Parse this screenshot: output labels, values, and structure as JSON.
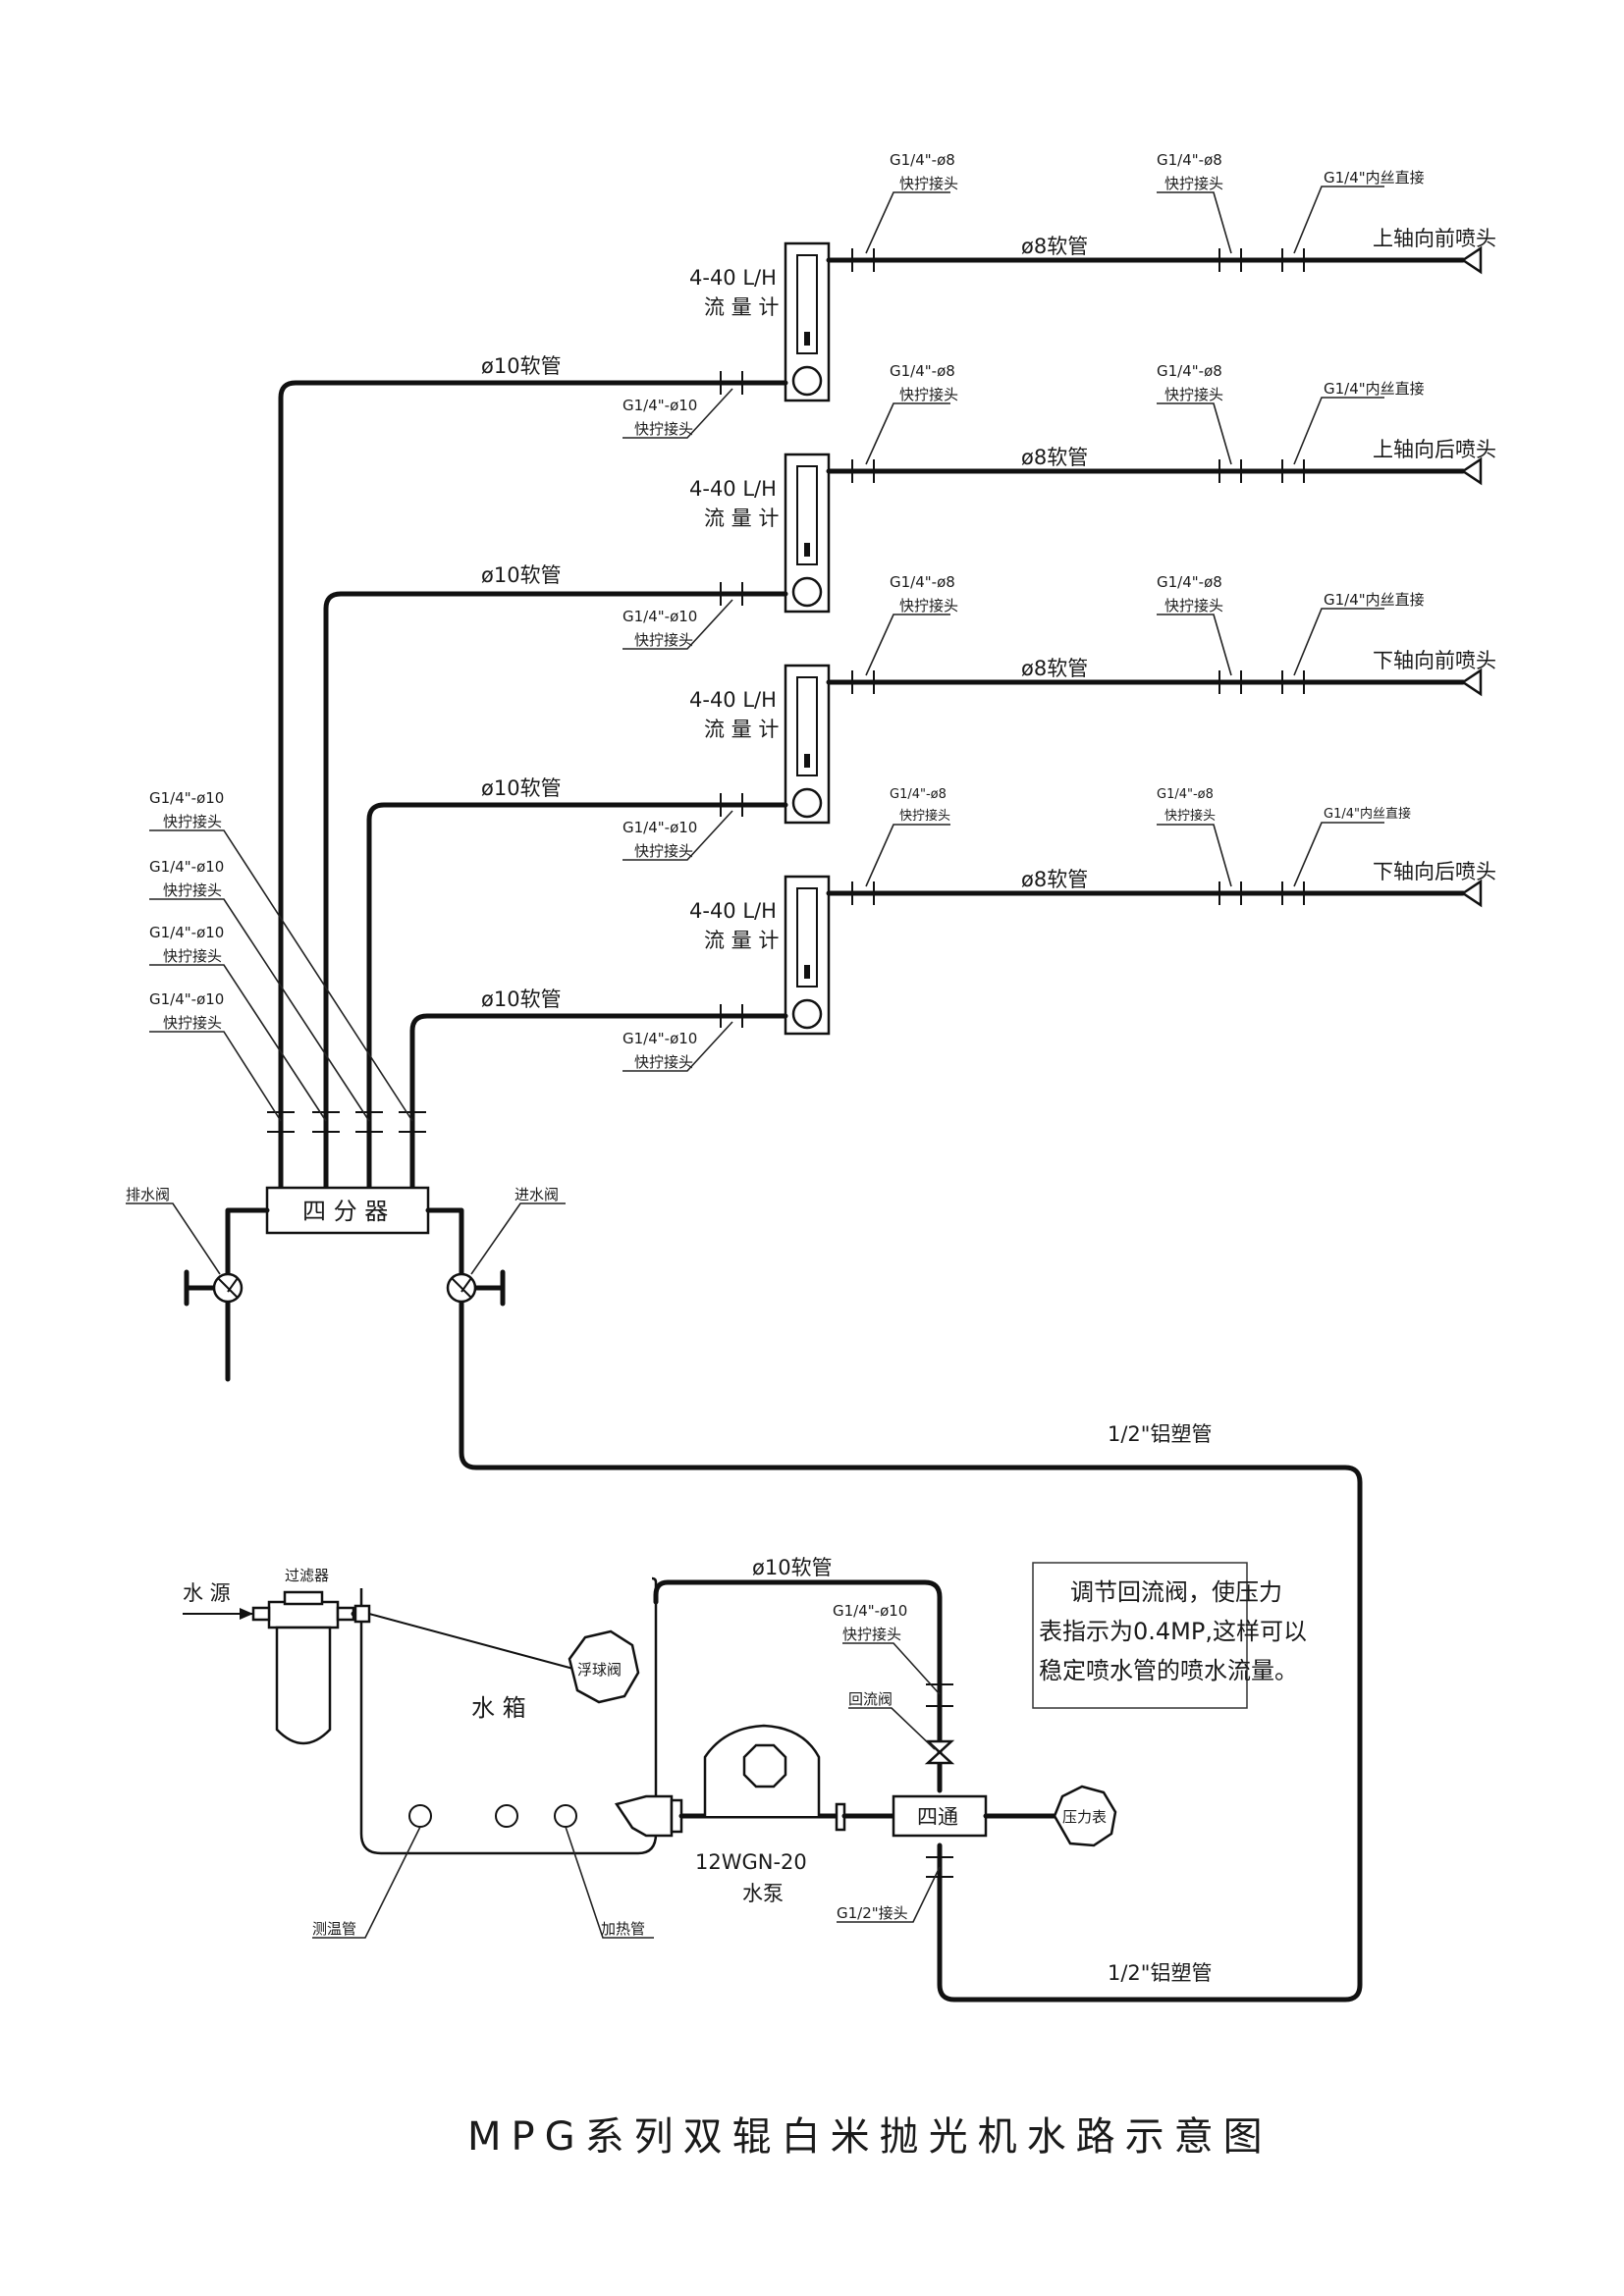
{
  "title": "MPG系列双辊白米抛光机水路示意图",
  "labels": {
    "g14_8": "G1/4\"-ø8",
    "quick_joint": "快拧接头",
    "g14_inner": "G1/4\"内丝直接",
    "hose8": "ø8软管",
    "hose10": "ø10软管",
    "g14_10": "G1/4\"-ø10",
    "flowmeter_range": "4-40 L/H",
    "flowmeter_name": "流 量 计",
    "manifold": "四 分 器",
    "drain_valve": "排水阀",
    "inlet_valve": "进水阀",
    "al_plastic_pipe": "1/2\"铝塑管",
    "water_source": "水 源",
    "filter": "过滤器",
    "float_valve": "浮球阀",
    "tank": "水 箱",
    "return_valve": "回流阀",
    "four_way": "四通",
    "pressure_gauge": "压力表",
    "pump_model": "12WGN-20",
    "pump": "水泵",
    "temp_pipe": "测温管",
    "heat_pipe": "加热管",
    "g12_joint": "G1/2\"接头"
  },
  "nozzles": [
    "上轴向前喷头",
    "上轴向后喷头",
    "下轴向前喷头",
    "下轴向后喷头"
  ],
  "note": {
    "line1": "调节回流阀，使压力",
    "line2": "表指示为0.4MP,这样可以",
    "line3": "稳定喷水管的喷水流量。"
  }
}
